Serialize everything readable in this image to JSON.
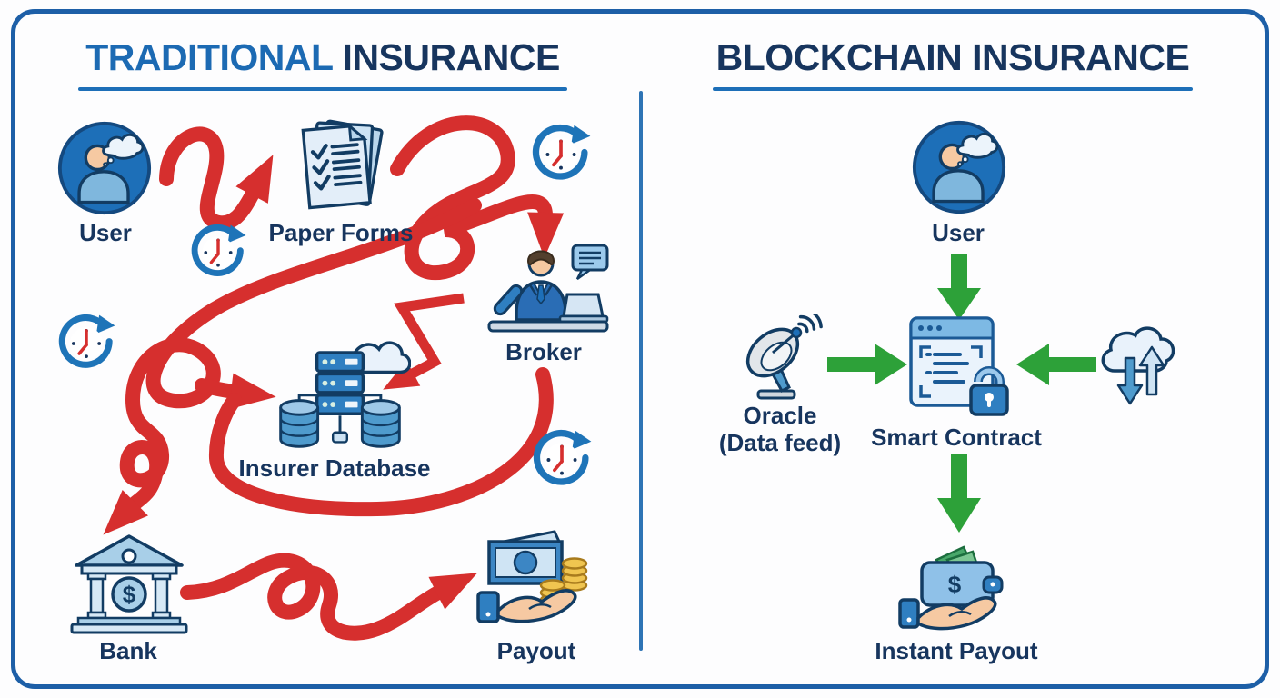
{
  "header": {
    "left_title_primary": "TRADITIONAL",
    "left_title_secondary": "INSURANCE",
    "right_title": "BLOCKCHAIN INSURANCE"
  },
  "left_panel": {
    "nodes": {
      "user": "User",
      "paper_forms": "Paper Forms",
      "broker": "Broker",
      "insurer_database": "Insurer Database",
      "bank": "Bank",
      "payout": "Payout"
    }
  },
  "right_panel": {
    "nodes": {
      "user": "User",
      "oracle": "Oracle",
      "oracle_sub": "(Data feed)",
      "smart_contract": "Smart Contract",
      "instant_payout": "Instant Payout"
    }
  },
  "icons": {
    "dollar": "$"
  },
  "colors": {
    "title_blue": "#1c6ab3",
    "navy_text": "#17355e",
    "red_arrow": "#d62f2e",
    "green_arrow": "#2da139",
    "divider_blue": "#2e74b5",
    "border_blue": "#1d5fa7",
    "user_circle_blue": "#1d6fb8"
  }
}
